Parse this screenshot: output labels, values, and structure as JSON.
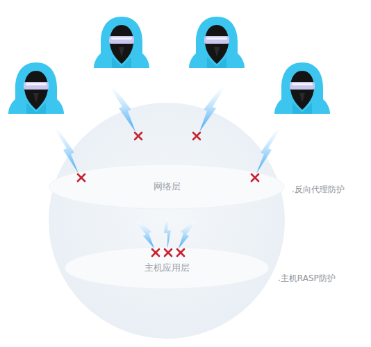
{
  "diagram": {
    "nodes": [
      {
        "text": [
          "网络层"
        ]
      },
      {
        "text": [
          "主机应用层"
        ]
      }
    ],
    "labels": [
      ".反向代理防护",
      ".主机RASP防护"
    ]
  }
}
